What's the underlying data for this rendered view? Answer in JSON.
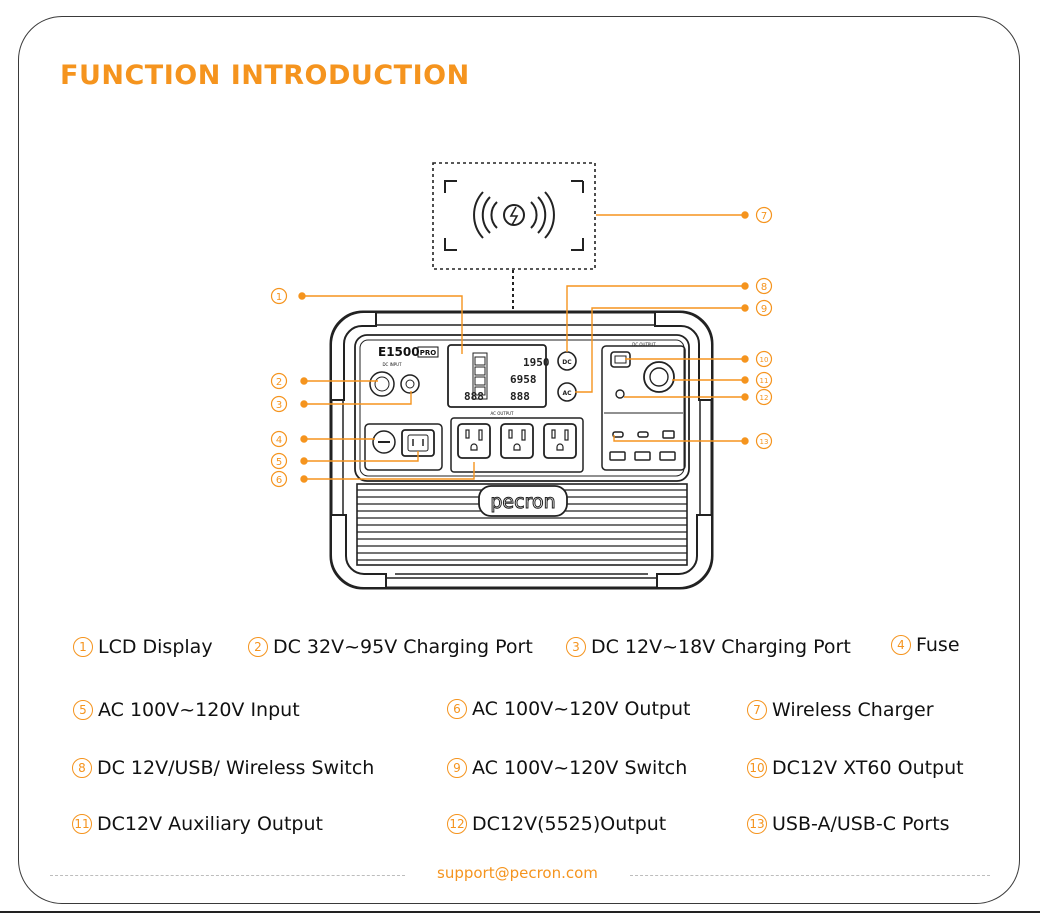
{
  "title": "FUNCTION INTRODUCTION",
  "accent_color": "#f5941e",
  "device": {
    "model": "E1500",
    "model_suffix": "PRO",
    "brand": "pecron",
    "dc_input_label": "DC INPUT",
    "dc_output_label": "DC OUTPUT",
    "ac_output_label": "AC OUTPUT",
    "lcd_top_value": "1950",
    "lcd_mid_value": "6958",
    "lcd_bottom_value": "888",
    "button_dc": "DC",
    "button_ac": "AC"
  },
  "callouts": [
    "1",
    "2",
    "3",
    "4",
    "5",
    "6",
    "7",
    "8",
    "9",
    "10",
    "11",
    "12",
    "13"
  ],
  "legend": [
    {
      "num": "1",
      "label": "LCD Display"
    },
    {
      "num": "2",
      "label": "DC 32V~95V Charging Port"
    },
    {
      "num": "3",
      "label": "DC 12V~18V Charging Port"
    },
    {
      "num": "4",
      "label": "Fuse"
    },
    {
      "num": "5",
      "label": "AC 100V~120V Input"
    },
    {
      "num": "6",
      "label": "AC 100V~120V Output"
    },
    {
      "num": "7",
      "label": "Wireless Charger"
    },
    {
      "num": "8",
      "label": "DC 12V/USB/ Wireless Switch"
    },
    {
      "num": "9",
      "label": "AC 100V~120V Switch"
    },
    {
      "num": "10",
      "label": "DC12V XT60 Output"
    },
    {
      "num": "11",
      "label": "DC12V Auxiliary Output"
    },
    {
      "num": "12",
      "label": "DC12V(5525)Output"
    },
    {
      "num": "13",
      "label": "USB-A/USB-C Ports"
    }
  ],
  "footer": {
    "email": "support@pecron.com"
  }
}
